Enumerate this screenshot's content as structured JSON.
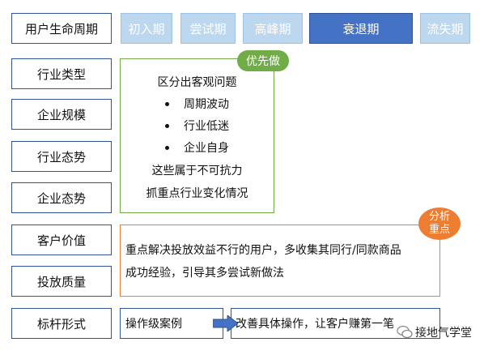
{
  "lifecycle": {
    "label": "用户生命周期",
    "stages": [
      "初入期",
      "尝试期",
      "高峰期",
      "衰退期",
      "流失期"
    ],
    "active_stage": "衰退期"
  },
  "factors": [
    "行业类型",
    "企业规模",
    "行业态势",
    "企业态势"
  ],
  "priority_panel": {
    "badge": "优先做",
    "title": "区分出客观问题",
    "bullets": [
      "周期波动",
      "行业低迷",
      "企业自身"
    ],
    "note1": "这些属于不可抗力",
    "note2": "抓重点行业变化情况"
  },
  "focus_labels": [
    "客户价值",
    "投放质量"
  ],
  "focus_panel": {
    "badge_line1": "分析",
    "badge_line2": "重点",
    "line1": "重点解决投放效益不行的用户，多收集其同行/同款商品",
    "line2": "成功经验，引导其多尝试新做法"
  },
  "benchmark": {
    "label": "标杆形式",
    "case_label": "操作级案例",
    "result": "改善具体操作，让客户赚第一笔"
  },
  "watermark": {
    "text": "接地气学堂"
  },
  "colors": {
    "dark_blue": "#2f5597",
    "active_stage": "#4472c4",
    "light_stage": "#bdd7ee",
    "green": "#70ad47",
    "orange": "#ed7d31"
  }
}
